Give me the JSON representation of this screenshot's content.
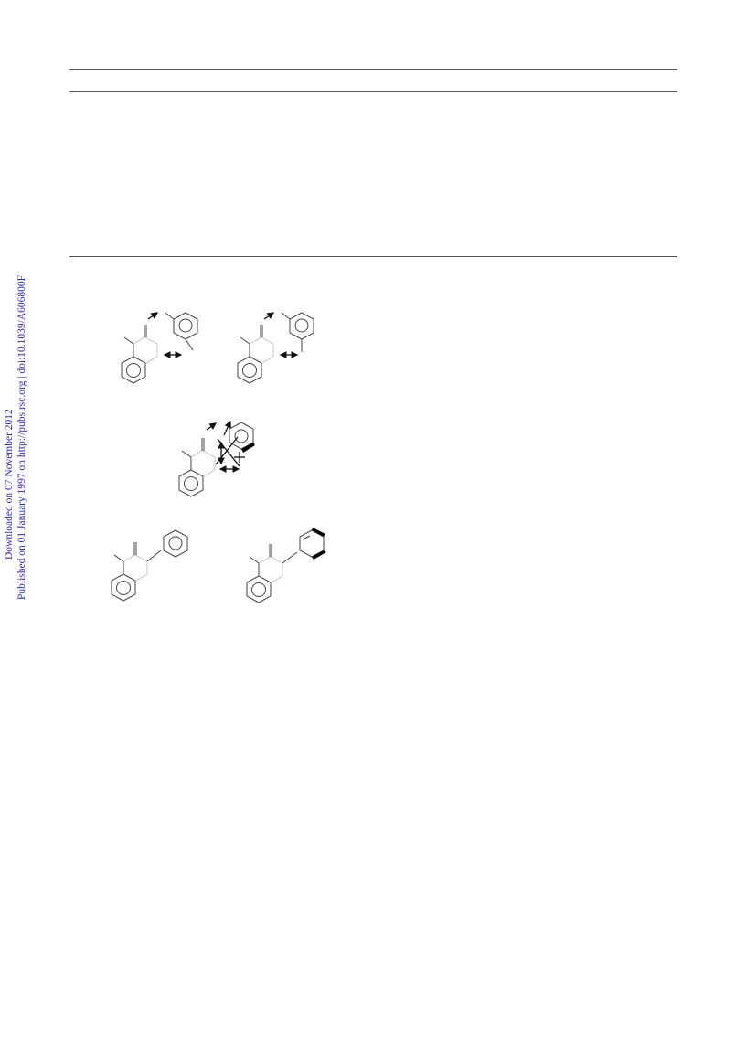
{
  "provenance": {
    "downloaded_line": "Downloaded on 07 November 2012",
    "published_line": "Published on 01 January 1997 on http://pubs.rsc.org | doi:10.1039/A606800F",
    "link_color": "#2b2bd0"
  },
  "structures": [
    {
      "id": "structure-a",
      "icon": "noe-correlation-structure"
    },
    {
      "id": "structure-b",
      "icon": "noe-correlation-structure"
    },
    {
      "id": "structure-c",
      "icon": "noe-correlation-structure"
    },
    {
      "id": "structure-d",
      "icon": "biaryl-structure"
    },
    {
      "id": "structure-e",
      "icon": "biaryl-structure-stereo"
    }
  ]
}
